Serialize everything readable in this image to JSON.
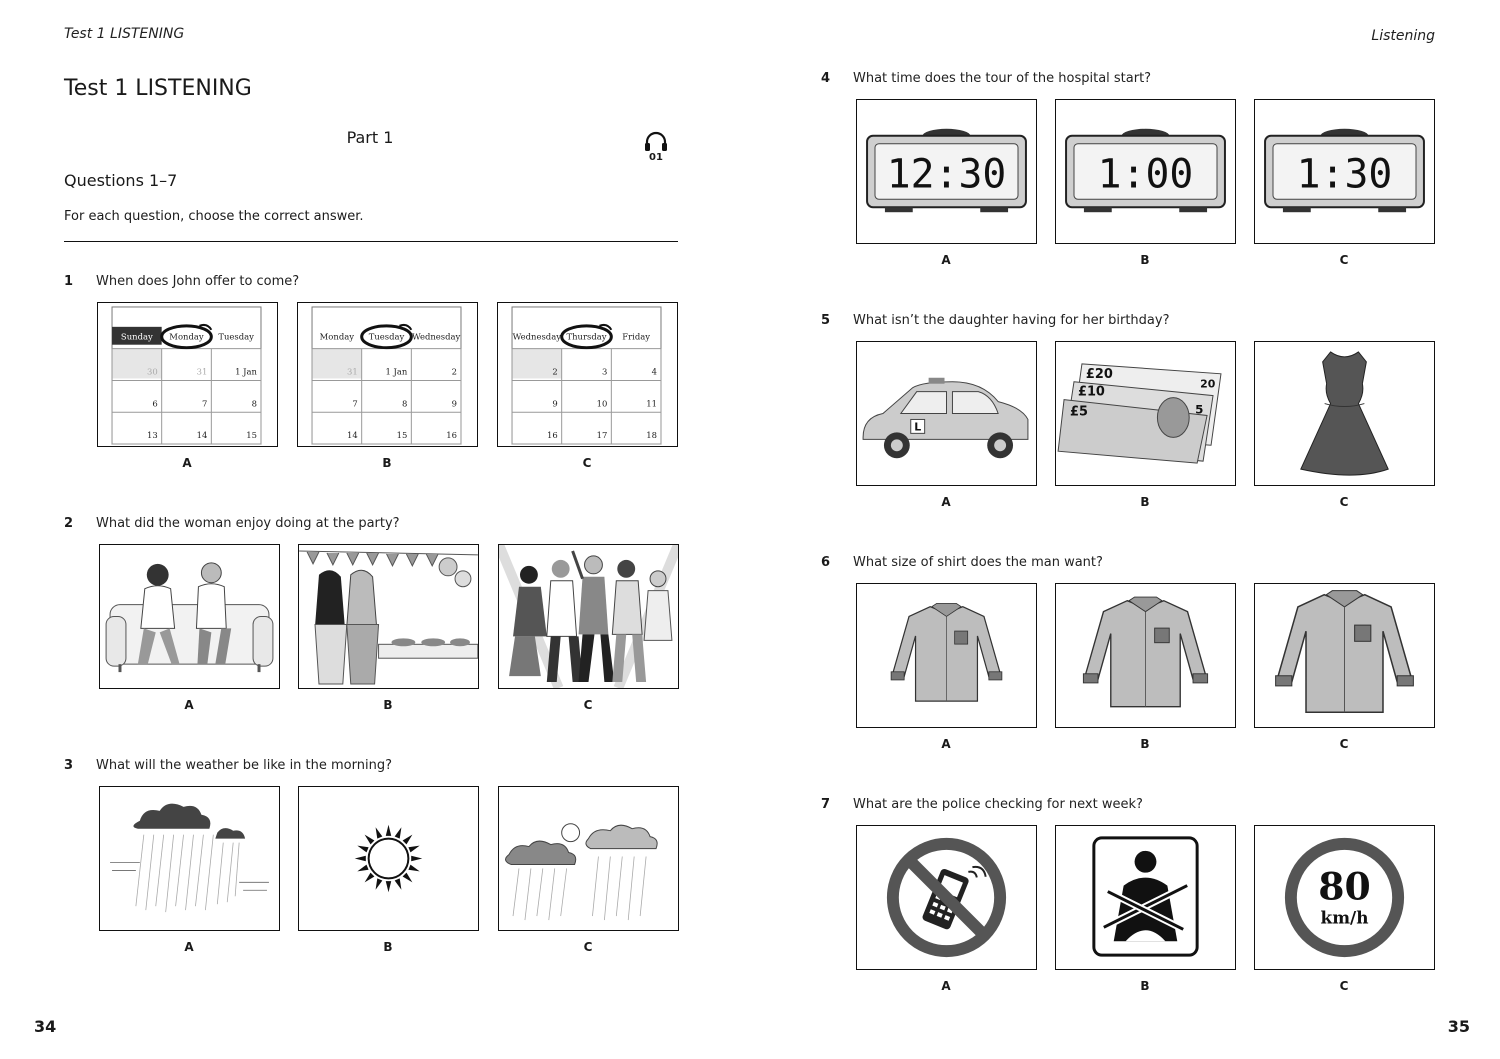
{
  "left_page": {
    "running_header": "Test 1 LISTENING",
    "title": "Test 1 LISTENING",
    "part": "Part 1",
    "audio_track": "01",
    "questions_heading": "Questions 1–7",
    "instruction": "For each question, choose the correct answer.",
    "page_number": "34"
  },
  "right_page": {
    "running_header": "Listening",
    "page_number": "35"
  },
  "option_letters": [
    "A",
    "B",
    "C"
  ],
  "questions": [
    {
      "number": "1",
      "text": "When does John offer to come?"
    },
    {
      "number": "2",
      "text": "What did the woman enjoy doing at the party?"
    },
    {
      "number": "3",
      "text": "What will the weather be like in the morning?"
    },
    {
      "number": "4",
      "text": "What time does the tour of the hospital start?"
    },
    {
      "number": "5",
      "text": "What isn’t the daughter having for her birthday?"
    },
    {
      "number": "6",
      "text": "What size of shirt does the man want?"
    },
    {
      "number": "7",
      "text": "What are the police checking for next week?"
    }
  ],
  "calendars": [
    {
      "days": [
        "Sunday",
        "Monday",
        "Tuesday"
      ],
      "rows": [
        [
          "30",
          "31",
          "1 Jan"
        ],
        [
          "6",
          "7",
          "8"
        ],
        [
          "13",
          "14",
          "15"
        ]
      ]
    },
    {
      "days": [
        "Monday",
        "Tuesday",
        "Wednesday"
      ],
      "rows": [
        [
          "31",
          "1 Jan",
          "2"
        ],
        [
          "7",
          "8",
          "9"
        ],
        [
          "14",
          "15",
          "16"
        ]
      ]
    },
    {
      "days": [
        "Wednesday",
        "Thursday",
        "Friday"
      ],
      "rows": [
        [
          "2",
          "3",
          "4"
        ],
        [
          "9",
          "10",
          "11"
        ],
        [
          "16",
          "17",
          "18"
        ]
      ]
    }
  ],
  "clock_times": [
    "12:30",
    "1:00",
    "1:30"
  ],
  "banknotes": [
    "£20",
    "£10",
    "£5",
    "20",
    "5"
  ],
  "speed_sign": {
    "value": "80",
    "unit": "km/h"
  },
  "icons": [
    "headphones-icon",
    "no-mobile-phone-sign-icon",
    "seatbelt-sign-icon",
    "speed-limit-sign-icon",
    "sun-icon",
    "rain-cloud-icon"
  ]
}
